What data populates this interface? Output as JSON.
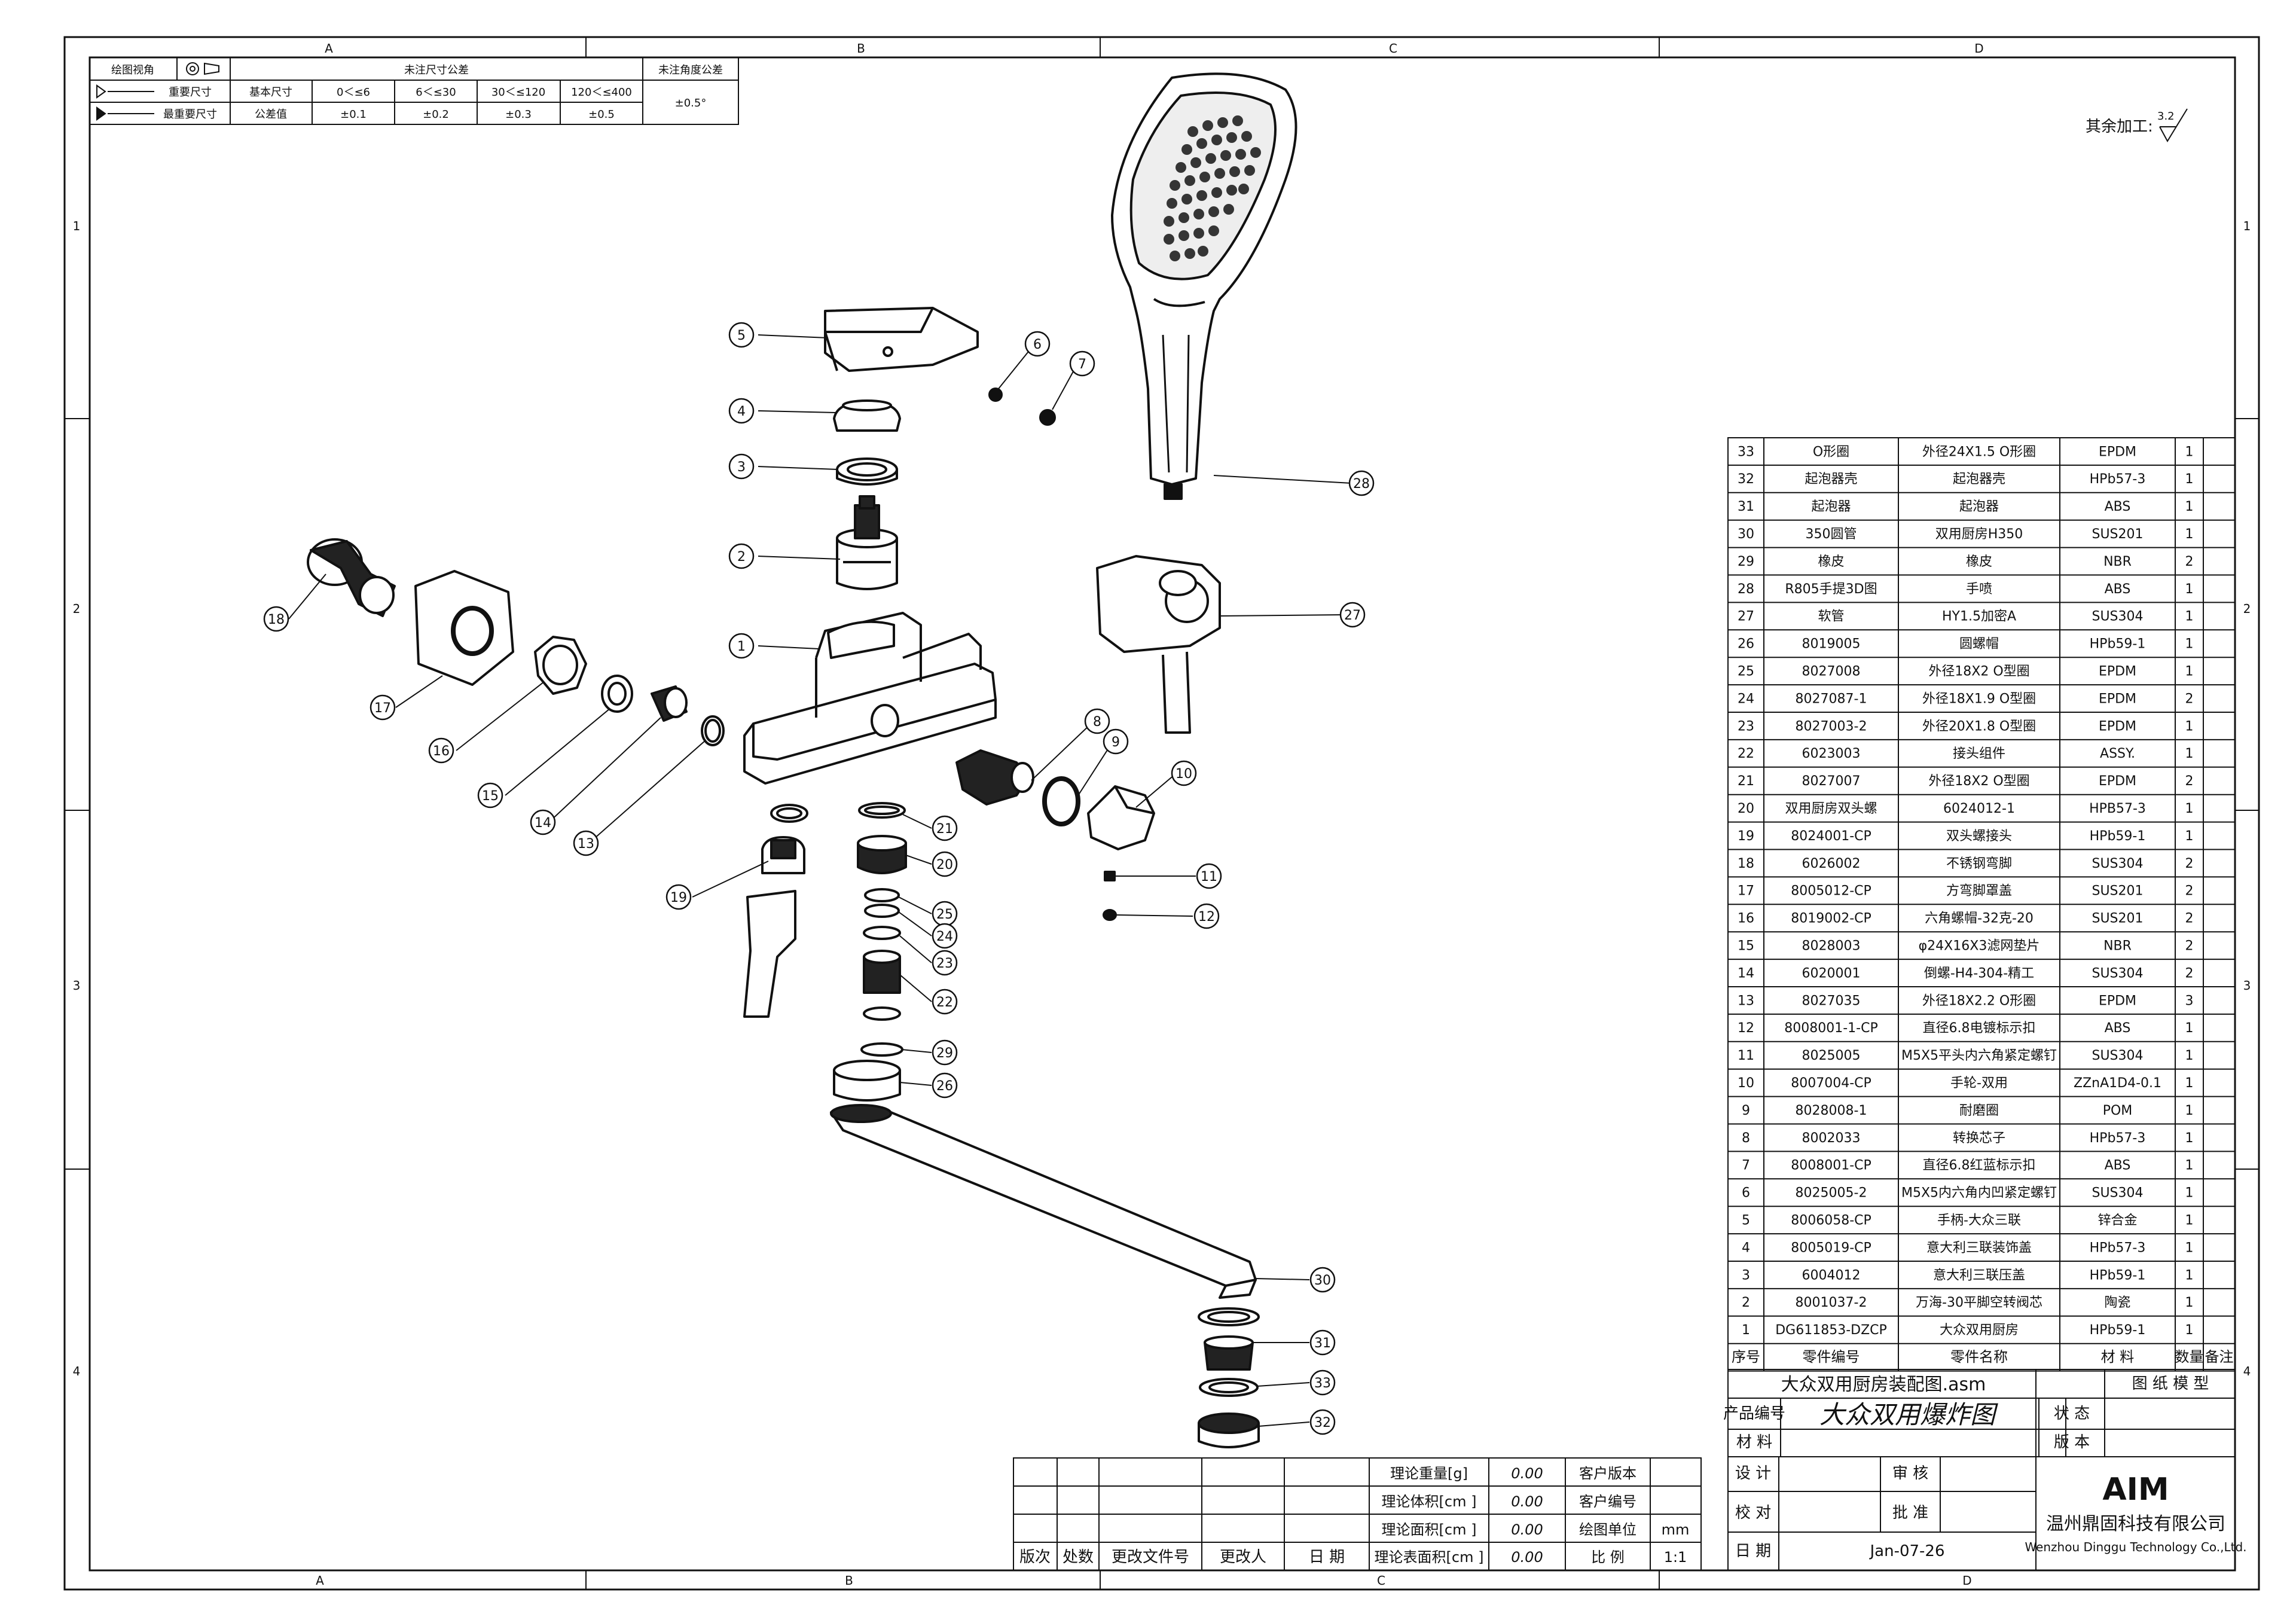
{
  "border": {
    "cols": [
      "A",
      "B",
      "C",
      "D"
    ],
    "rows": [
      "1",
      "2",
      "3",
      "4"
    ]
  },
  "tolerance_block": {
    "view_label": "绘图视角",
    "untol_label": "未注尺寸公差",
    "angle_label": "未注角度公差",
    "row1_label": "重要尺寸",
    "row2_label": "最重要尺寸",
    "basic_label": "基本尺寸",
    "tol_label": "公差值",
    "ranges": [
      "0＜≤6",
      "6＜≤30",
      "30＜≤120",
      "120＜≤400"
    ],
    "values": [
      "±0.1",
      "±0.2",
      "±0.3",
      "±0.5"
    ],
    "angle_value": "±0.5°"
  },
  "surface_note": {
    "label": "其余加工:",
    "value": "3.2"
  },
  "callouts": [
    "1",
    "2",
    "3",
    "4",
    "5",
    "6",
    "7",
    "8",
    "9",
    "10",
    "11",
    "12",
    "13",
    "14",
    "15",
    "16",
    "17",
    "18",
    "19",
    "20",
    "21",
    "22",
    "23",
    "24",
    "25",
    "26",
    "27",
    "28",
    "29",
    "30",
    "31",
    "32",
    "33"
  ],
  "bom": {
    "headers": [
      "序号",
      "零件编号",
      "零件名称",
      "材 料",
      "数量",
      "备注"
    ],
    "rows": [
      [
        "33",
        "O形圈",
        "外径24X1.5 O形圈",
        "EPDM",
        "1"
      ],
      [
        "32",
        "起泡器壳",
        "起泡器壳",
        "HPb57-3",
        "1"
      ],
      [
        "31",
        "起泡器",
        "起泡器",
        "ABS",
        "1"
      ],
      [
        "30",
        "350圆管",
        "双用厨房H350",
        "SUS201",
        "1"
      ],
      [
        "29",
        "橡皮",
        "橡皮",
        "NBR",
        "2"
      ],
      [
        "28",
        "R805手提3D图",
        "手喷",
        "ABS",
        "1"
      ],
      [
        "27",
        "软管",
        "HY1.5加密A",
        "SUS304",
        "1"
      ],
      [
        "26",
        "8019005",
        "圆螺帽",
        "HPb59-1",
        "1"
      ],
      [
        "25",
        "8027008",
        "外径18X2 O型圈",
        "EPDM",
        "1"
      ],
      [
        "24",
        "8027087-1",
        "外径18X1.9 O型圈",
        "EPDM",
        "2"
      ],
      [
        "23",
        "8027003-2",
        "外径20X1.8 O型圈",
        "EPDM",
        "1"
      ],
      [
        "22",
        "6023003",
        "接头组件",
        "ASSY.",
        "1"
      ],
      [
        "21",
        "8027007",
        "外径18X2 O型圈",
        "EPDM",
        "2"
      ],
      [
        "20",
        "双用厨房双头螺",
        "6024012-1",
        "HPB57-3",
        "1"
      ],
      [
        "19",
        "8024001-CP",
        "双头螺接头",
        "HPb59-1",
        "1"
      ],
      [
        "18",
        "6026002",
        "不锈钢弯脚",
        "SUS304",
        "2"
      ],
      [
        "17",
        "8005012-CP",
        "方弯脚罩盖",
        "SUS201",
        "2"
      ],
      [
        "16",
        "8019002-CP",
        "六角螺帽-32克-20",
        "SUS201",
        "2"
      ],
      [
        "15",
        "8028003",
        "φ24X16X3滤网垫片",
        "NBR",
        "2"
      ],
      [
        "14",
        "6020001",
        "倒螺-H4-304-精工",
        "SUS304",
        "2"
      ],
      [
        "13",
        "8027035",
        "外径18X2.2 O形圈",
        "EPDM",
        "3"
      ],
      [
        "12",
        "8008001-1-CP",
        "直径6.8电镀标示扣",
        "ABS",
        "1"
      ],
      [
        "11",
        "8025005",
        "M5X5平头内六角紧定螺钉",
        "SUS304",
        "1"
      ],
      [
        "10",
        "8007004-CP",
        "手轮-双用",
        "ZZnA1D4-0.1",
        "1"
      ],
      [
        "9",
        "8028008-1",
        "耐磨圈",
        "POM",
        "1"
      ],
      [
        "8",
        "8002033",
        "转换芯子",
        "HPb57-3",
        "1"
      ],
      [
        "7",
        "8008001-CP",
        "直径6.8红蓝标示扣",
        "ABS",
        "1"
      ],
      [
        "6",
        "8025005-2",
        "M5X5内六角内凹紧定螺钉",
        "SUS304",
        "1"
      ],
      [
        "5",
        "8006058-CP",
        "手柄-大众三联",
        "锌合金",
        "1"
      ],
      [
        "4",
        "8005019-CP",
        "意大利三联装饰盖",
        "HPb57-3",
        "1"
      ],
      [
        "3",
        "6004012",
        "意大利三联压盖",
        "HPb59-1",
        "1"
      ],
      [
        "2",
        "8001037-2",
        "万海-30平脚空转阀芯",
        "陶瓷",
        "1"
      ],
      [
        "1",
        "DG611853-DZCP",
        "大众双用厨房",
        "HPb59-1",
        "1"
      ]
    ]
  },
  "title_block": {
    "file_name": "大众双用厨房装配图.asm",
    "drawing_type_label": "图 纸 模 型",
    "product_no_label": "产品编号",
    "title": "大众双用爆炸图",
    "material_label": "材 料",
    "status_label": "状 态",
    "version_label": "版 本",
    "design_label": "设 计",
    "review_label": "审 核",
    "check_label": "校 对",
    "approve_label": "批 准",
    "date_label": "日 期",
    "date_value": "Jan-07-26",
    "logo_text": "AIM",
    "company_cn": "温州鼎固科技有限公司",
    "company_en": "Wenzhou Dinggu Technology Co.,Ltd."
  },
  "props_block": {
    "rows": [
      {
        "label": "理论重量[g]",
        "value": "0.00",
        "key": "客户版本",
        "kval": ""
      },
      {
        "label": "理论体积[cm ]",
        "value": "0.00",
        "key": "客户编号",
        "kval": ""
      },
      {
        "label": "理论面积[cm ]",
        "value": "0.00",
        "key": "绘图单位",
        "kval": "mm"
      },
      {
        "label": "理论表面积[cm ]",
        "value": "0.00",
        "key": "比 例",
        "kval": "1:1"
      }
    ]
  },
  "revision_block": {
    "headers": [
      "版次",
      "处数",
      "更改文件号",
      "更改人",
      "日 期"
    ]
  }
}
